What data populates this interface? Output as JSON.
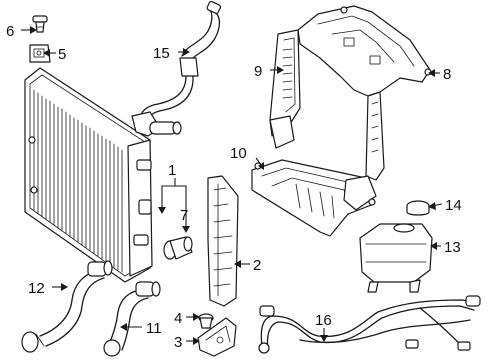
{
  "callouts": {
    "c1": "1",
    "c2": "2",
    "c3": "3",
    "c4": "4",
    "c5": "5",
    "c6": "6",
    "c7": "7",
    "c8": "8",
    "c9": "9",
    "c10": "10",
    "c11": "11",
    "c12": "12",
    "c13": "13",
    "c14": "14",
    "c15": "15",
    "c16": "16"
  },
  "colors": {
    "ink": "#1a1a1a",
    "background": "#ffffff"
  }
}
